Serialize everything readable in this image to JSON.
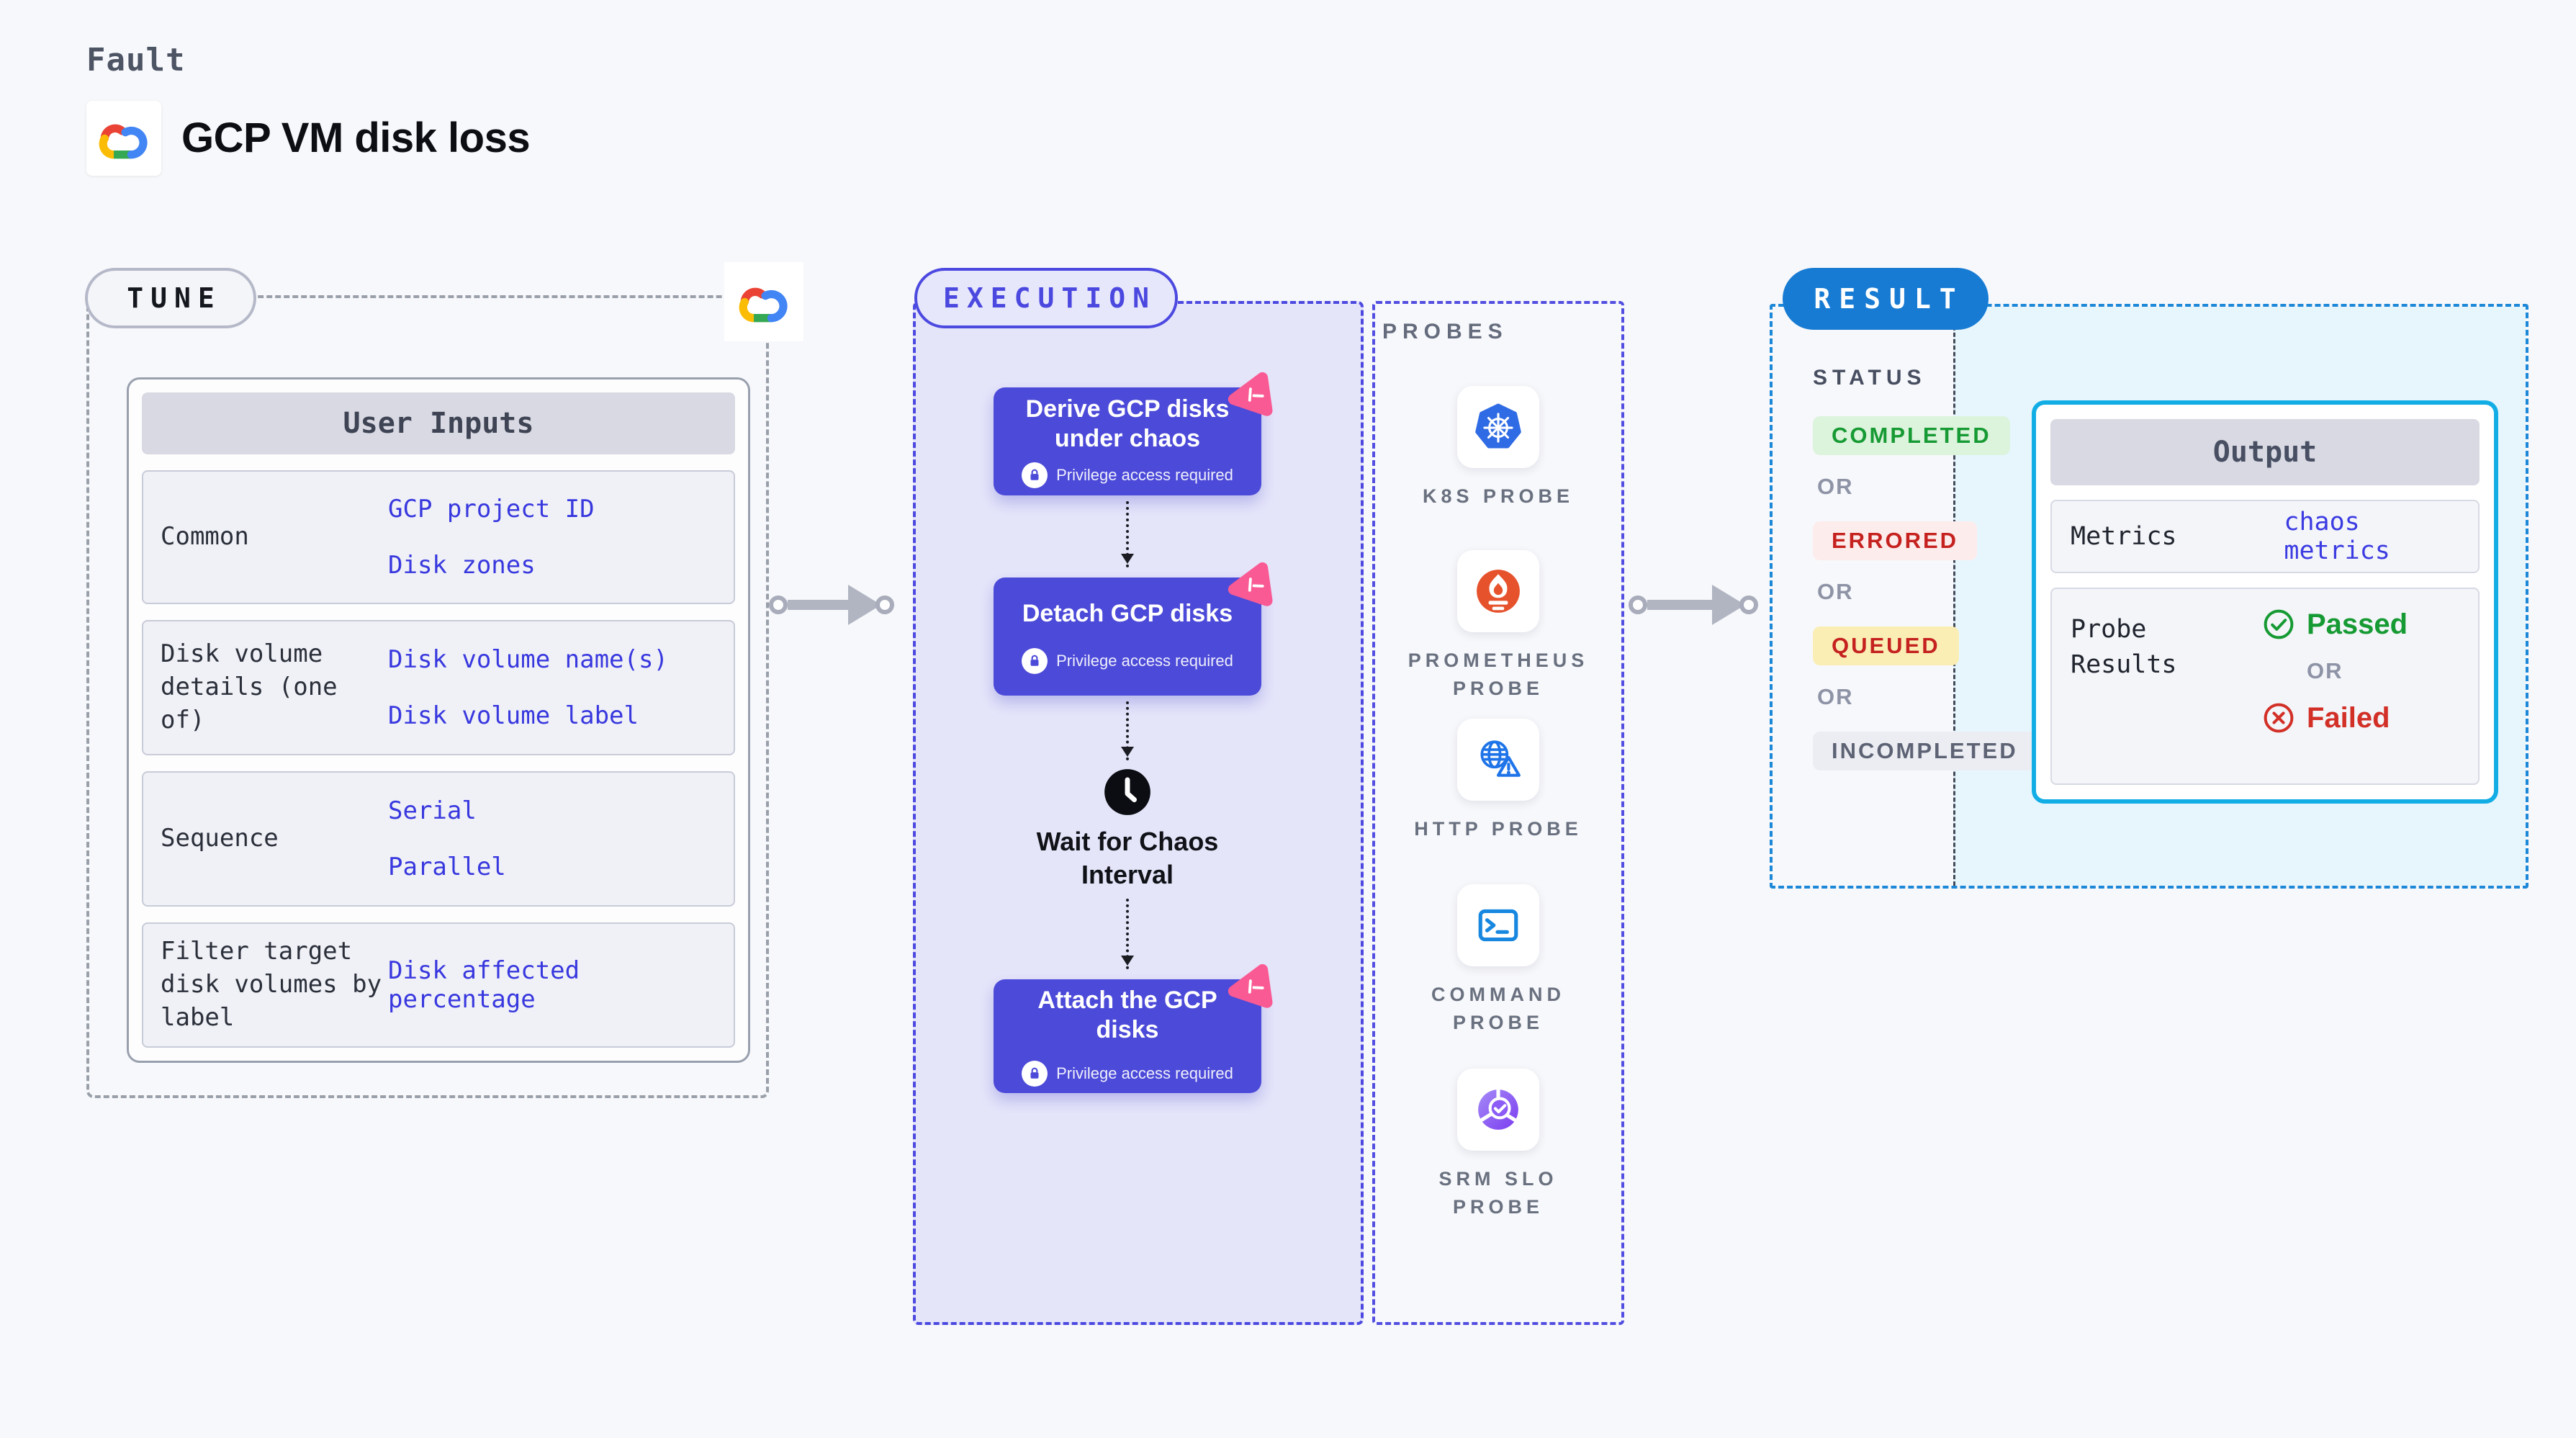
{
  "header": {
    "kicker": "Fault",
    "title": "GCP VM disk loss"
  },
  "tune": {
    "pill": "TUNE",
    "table_title": "User Inputs",
    "rows": [
      {
        "label": "Common",
        "links": [
          "GCP project ID",
          "Disk zones"
        ]
      },
      {
        "label": "Disk volume details (one of)",
        "links": [
          "Disk volume name(s)",
          "Disk volume label"
        ]
      },
      {
        "label": "Sequence",
        "links": [
          "Serial",
          "Parallel"
        ]
      },
      {
        "label": "Filter target disk volumes by label",
        "links": [
          "Disk affected percentage"
        ]
      }
    ]
  },
  "execution": {
    "pill": "EXECUTION",
    "steps": [
      {
        "title": "Derive GCP disks under chaos",
        "lock_label": "Privilege access required"
      },
      {
        "title": "Detach GCP disks",
        "lock_label": "Privilege access required"
      },
      {
        "title": "Wait for Chaos Interval"
      },
      {
        "title": "Attach the GCP disks",
        "lock_label": "Privilege access required"
      }
    ]
  },
  "probes": {
    "label": "PROBES",
    "items": [
      {
        "name": "K8S PROBE",
        "icon": "kubernetes-icon"
      },
      {
        "name": "PROMETHEUS PROBE",
        "icon": "prometheus-icon"
      },
      {
        "name": "HTTP PROBE",
        "icon": "http-globe-icon"
      },
      {
        "name": "COMMAND PROBE",
        "icon": "command-terminal-icon"
      },
      {
        "name": "SRM SLO PROBE",
        "icon": "srm-slo-icon"
      }
    ]
  },
  "result": {
    "pill": "RESULT",
    "status_label": "STATUS",
    "or_label": "OR",
    "statuses": [
      {
        "label": "COMPLETED",
        "bg": "#dcf3dc",
        "fg": "#169a33"
      },
      {
        "label": "ERRORED",
        "bg": "#fdecec",
        "fg": "#c5221f"
      },
      {
        "label": "QUEUED",
        "bg": "#faeeb5",
        "fg": "#c5221f"
      },
      {
        "label": "INCOMPLETED",
        "bg": "#ebedf2",
        "fg": "#5d6374"
      }
    ],
    "output": {
      "title": "Output",
      "metrics_label": "Metrics",
      "metrics_link": "chaos metrics",
      "probe_results_label": "Probe Results",
      "passed": "Passed",
      "or_label": "OR",
      "failed": "Failed"
    }
  },
  "colors": {
    "page_bg": "#f7f8fb",
    "execution_fill": "#e5e5fa",
    "execution_accent": "#4c49e0",
    "step_card": "#4c4ad8",
    "result_accent": "#177bd3",
    "output_border": "#13ade5",
    "result_fill": "#e7f6fd",
    "link_blue": "#3838df",
    "passed_green": "#169a33",
    "failed_red": "#d23027",
    "badge_pink": "#fa5a93"
  }
}
